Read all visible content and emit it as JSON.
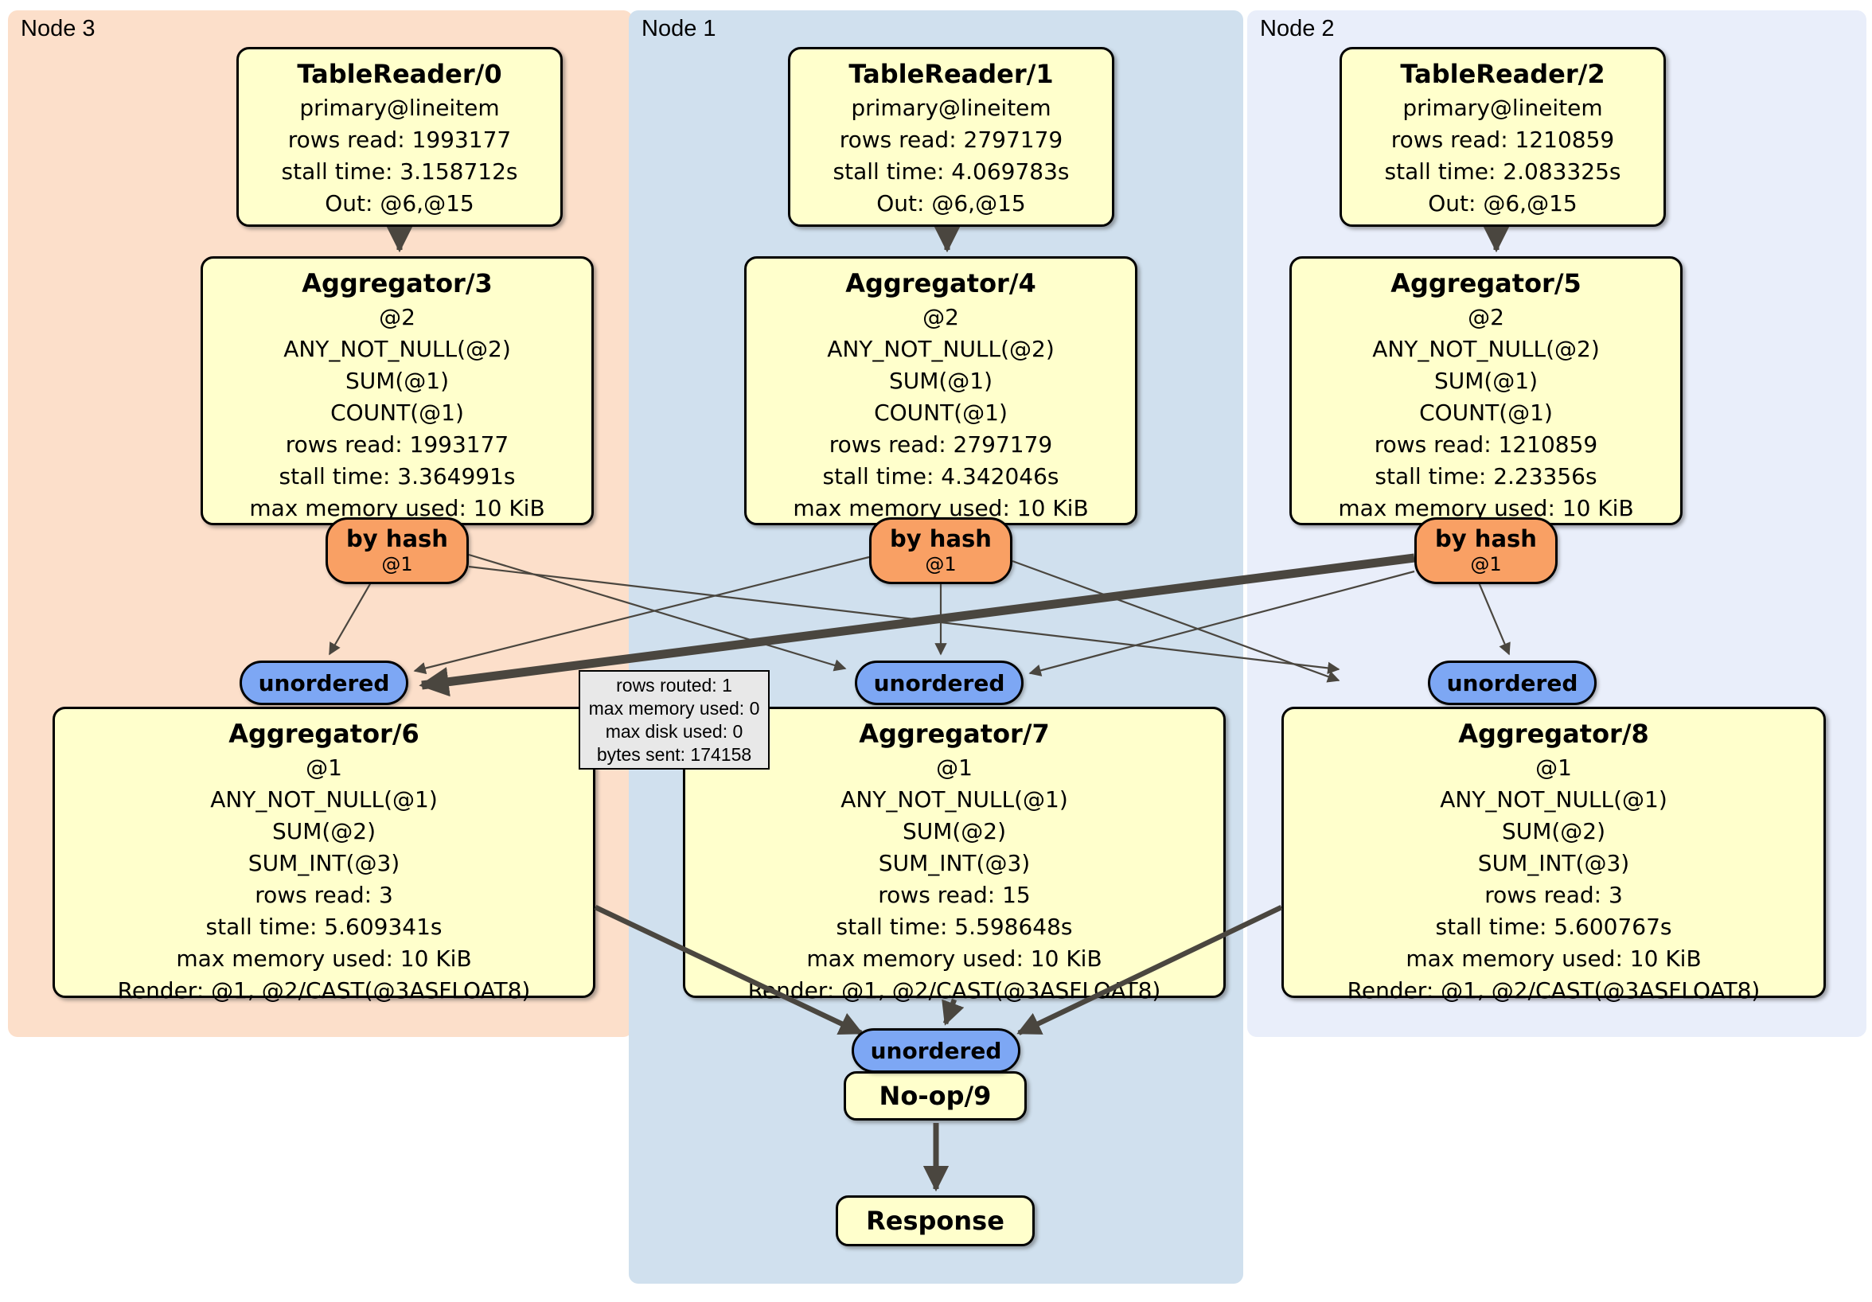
{
  "colors": {
    "node3_bg": "#fcdfca",
    "node1_bg": "#d0e0ee",
    "node2_bg": "#e9eefa",
    "box_bg": "#ffffcc",
    "router_bg": "#f9a064",
    "stream_bg": "#7da7f4",
    "tooltip_bg": "#e8e8e8",
    "edge": "#4a463f"
  },
  "nodes": {
    "node3": {
      "label": "Node 3",
      "table_reader": {
        "title": "TableReader/0",
        "lines": [
          "primary@lineitem",
          "rows read: 1993177",
          "stall time: 3.158712s",
          "Out: @6,@15"
        ]
      },
      "aggregator_top": {
        "title": "Aggregator/3",
        "lines": [
          "@2",
          "ANY_NOT_NULL(@2)",
          "SUM(@1)",
          "COUNT(@1)",
          "rows read: 1993177",
          "stall time: 3.364991s",
          "max memory used: 10 KiB"
        ]
      },
      "router": {
        "label": "by hash",
        "sub": "@1"
      },
      "stream": {
        "label": "unordered"
      },
      "aggregator_bottom": {
        "title": "Aggregator/6",
        "lines": [
          "@1",
          "ANY_NOT_NULL(@1)",
          "SUM(@2)",
          "SUM_INT(@3)",
          "rows read: 3",
          "stall time: 5.609341s",
          "max memory used: 10 KiB",
          "Render: @1, @2/CAST(@3ASFLOAT8)"
        ]
      }
    },
    "node1": {
      "label": "Node 1",
      "table_reader": {
        "title": "TableReader/1",
        "lines": [
          "primary@lineitem",
          "rows read: 2797179",
          "stall time: 4.069783s",
          "Out: @6,@15"
        ]
      },
      "aggregator_top": {
        "title": "Aggregator/4",
        "lines": [
          "@2",
          "ANY_NOT_NULL(@2)",
          "SUM(@1)",
          "COUNT(@1)",
          "rows read: 2797179",
          "stall time: 4.342046s",
          "max memory used: 10 KiB"
        ]
      },
      "router": {
        "label": "by hash",
        "sub": "@1"
      },
      "stream": {
        "label": "unordered"
      },
      "aggregator_bottom": {
        "title": "Aggregator/7",
        "lines": [
          "@1",
          "ANY_NOT_NULL(@1)",
          "SUM(@2)",
          "SUM_INT(@3)",
          "rows read: 15",
          "stall time: 5.598648s",
          "max memory used: 10 KiB",
          "Render: @1, @2/CAST(@3ASFLOAT8)"
        ]
      }
    },
    "node2": {
      "label": "Node 2",
      "table_reader": {
        "title": "TableReader/2",
        "lines": [
          "primary@lineitem",
          "rows read: 1210859",
          "stall time: 2.083325s",
          "Out: @6,@15"
        ]
      },
      "aggregator_top": {
        "title": "Aggregator/5",
        "lines": [
          "@2",
          "ANY_NOT_NULL(@2)",
          "SUM(@1)",
          "COUNT(@1)",
          "rows read: 1210859",
          "stall time: 2.23356s",
          "max memory used: 10 KiB"
        ]
      },
      "router": {
        "label": "by hash",
        "sub": "@1"
      },
      "stream": {
        "label": "unordered"
      },
      "aggregator_bottom": {
        "title": "Aggregator/8",
        "lines": [
          "@1",
          "ANY_NOT_NULL(@1)",
          "SUM(@2)",
          "SUM_INT(@3)",
          "rows read: 3",
          "stall time: 5.600767s",
          "max memory used: 10 KiB",
          "Render: @1, @2/CAST(@3ASFLOAT8)"
        ]
      }
    }
  },
  "final": {
    "stream": {
      "label": "unordered"
    },
    "noop": {
      "title": "No-op/9"
    },
    "response": {
      "title": "Response"
    }
  },
  "edge_tooltip": {
    "lines": [
      "rows routed: 1",
      "max memory used: 0",
      "max disk used: 0",
      "bytes sent: 174158"
    ]
  }
}
